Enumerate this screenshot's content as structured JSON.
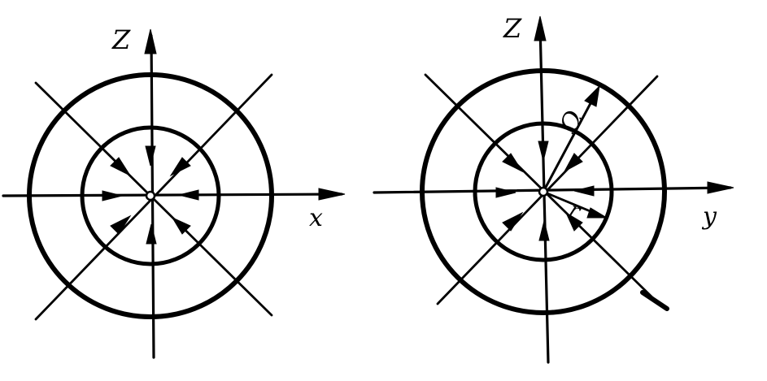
{
  "panels": [
    {
      "vertical_axis_label": "Z",
      "horizontal_axis_label": "x",
      "annotations": []
    },
    {
      "vertical_axis_label": "Z",
      "horizontal_axis_label": "y",
      "annotations": [
        "Ω",
        "r"
      ]
    }
  ],
  "colors": {
    "ink": "#000000",
    "background": "#ffffff"
  }
}
